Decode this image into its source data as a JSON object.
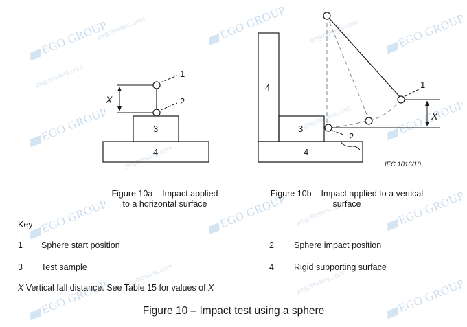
{
  "figure_a": {
    "callouts": [
      "1",
      "2"
    ],
    "dimension_label": "X",
    "block_labels": [
      "3",
      "4"
    ],
    "caption_line1": "Figure 10a – Impact applied",
    "caption_line2": "to a horizontal surface"
  },
  "figure_b": {
    "block_labels": [
      "4",
      "3",
      "4"
    ],
    "callouts": [
      "1",
      "2"
    ],
    "dimension_label": "X",
    "reference": "IEC   1016/10",
    "caption_line1": "Figure 10b – Impact applied to a vertical",
    "caption_line2": "surface"
  },
  "key": {
    "heading": "Key",
    "items": [
      {
        "num": "1",
        "text": "Sphere start position"
      },
      {
        "num": "2",
        "text": "Sphere impact position"
      },
      {
        "num": "3",
        "text": "Test sample"
      },
      {
        "num": "4",
        "text": "Rigid supporting surface"
      }
    ],
    "note_symbol": "X",
    "note_text": " Vertical fall distance. See Table 15 for values of ",
    "note_symbol_end": "X"
  },
  "title": "Figure 10 – Impact test using a sphere",
  "watermark": {
    "brand": "EGO GROUP",
    "site": "pegotesters.com"
  }
}
